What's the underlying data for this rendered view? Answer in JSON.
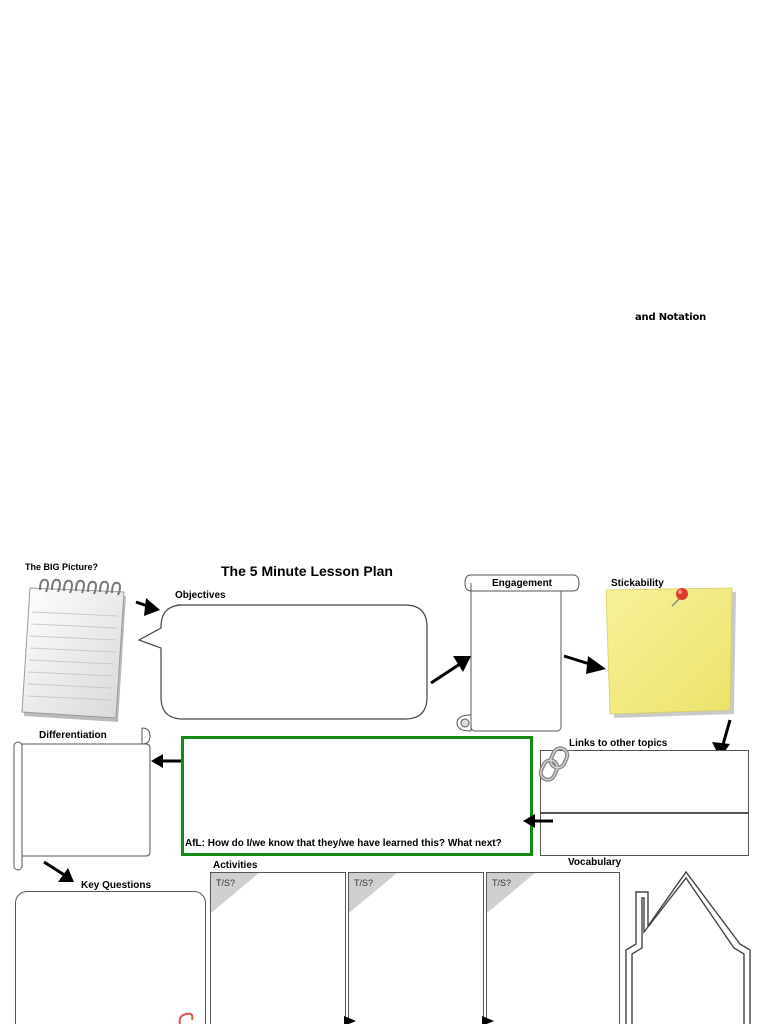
{
  "header_note": "and Notation",
  "lesson_plan": {
    "title": "The 5 Minute Lesson Plan",
    "big_picture_label": "The BIG Picture?",
    "objectives_label": "Objectives",
    "engagement_label": "Engagement",
    "stickability_label": "Stickability",
    "differentiation_label": "Differentiation",
    "links_label": "Links to other topics",
    "afl_text": "AfL: How do I/we know that they/we have learned this? What next?",
    "vocabulary_label": "Vocabulary",
    "key_questions_label": "Key Questions",
    "activities_label": "Activities",
    "activity_tags": [
      "T/S?",
      "T/S?",
      "T/S?"
    ]
  },
  "colors": {
    "afl_border": "#138a13",
    "sticky_note": "#f4ee7f",
    "pin": "#e23b2a",
    "tag_fill": "#cfcfcf"
  }
}
